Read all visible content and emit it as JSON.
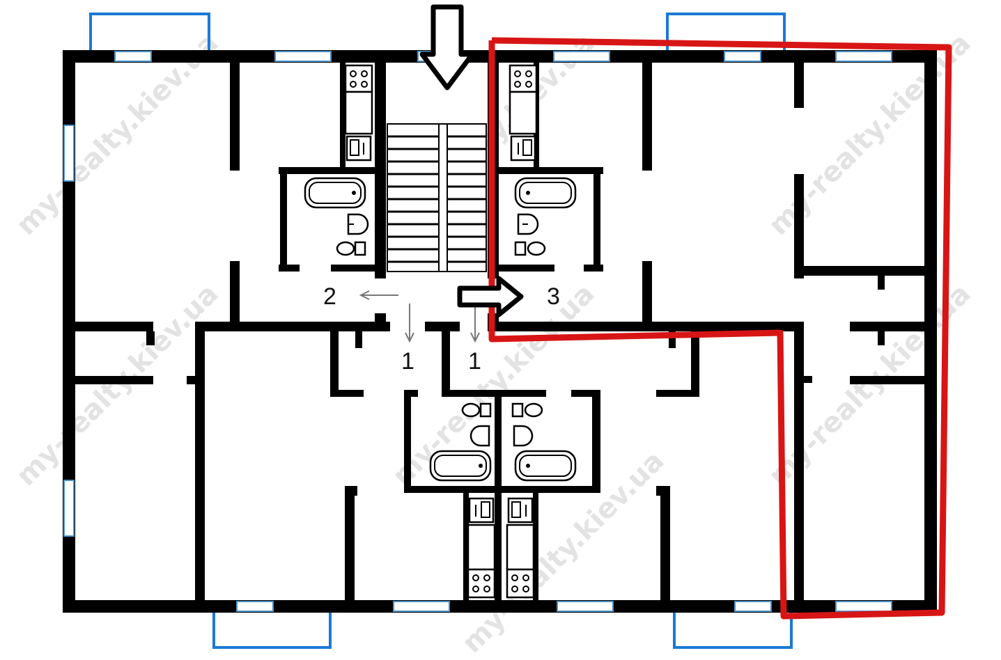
{
  "labels": {
    "apartment_2": "2",
    "apartment_3": "3",
    "apartment_1_left": "1",
    "apartment_1_right": "1"
  },
  "watermark": "my-realty.kiev.ua",
  "colors": {
    "highlight": "#d81515",
    "balcony": "#1a7ad6",
    "window": "#4a90c8",
    "wall": "#000000"
  },
  "icons": [
    "entrance-arrow-icon",
    "apartment-3-arrow-icon",
    "stove-icon",
    "sink-icon",
    "bathtub-icon",
    "washbasin-icon",
    "toilet-icon"
  ]
}
